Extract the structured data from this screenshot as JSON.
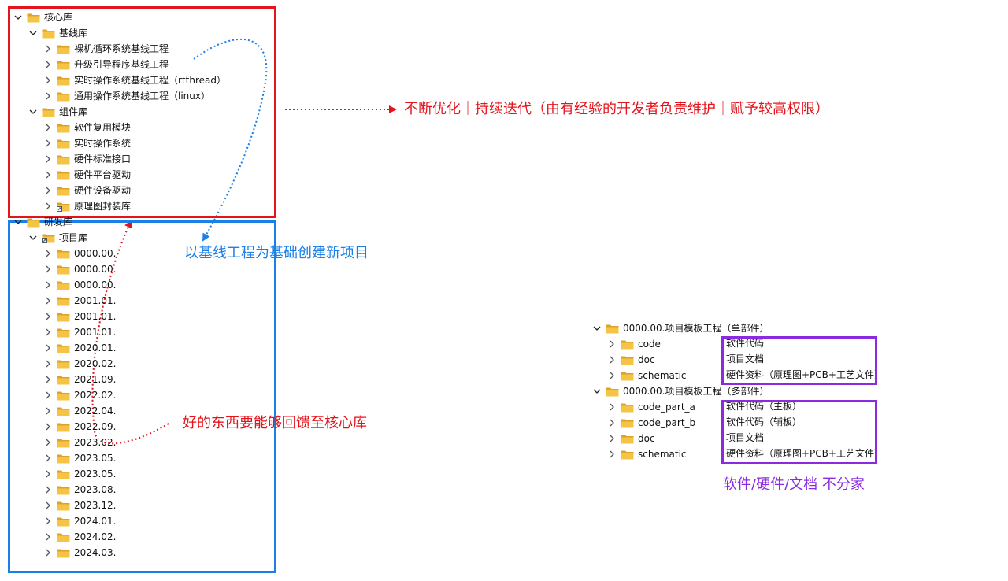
{
  "left_tree": [
    {
      "label": "核心库",
      "level": 0,
      "expanded": true,
      "shortcut": false
    },
    {
      "label": "基线库",
      "level": 1,
      "expanded": true,
      "shortcut": false
    },
    {
      "label": "裸机循环系统基线工程",
      "level": 2,
      "expanded": false,
      "shortcut": false
    },
    {
      "label": "升级引导程序基线工程",
      "level": 2,
      "expanded": false,
      "shortcut": false
    },
    {
      "label": "实时操作系统基线工程（rtthread）",
      "level": 2,
      "expanded": false,
      "shortcut": false
    },
    {
      "label": "通用操作系统基线工程（linux）",
      "level": 2,
      "expanded": false,
      "shortcut": false
    },
    {
      "label": "组件库",
      "level": 1,
      "expanded": true,
      "shortcut": false
    },
    {
      "label": "软件复用模块",
      "level": 2,
      "expanded": false,
      "shortcut": false
    },
    {
      "label": "实时操作系统",
      "level": 2,
      "expanded": false,
      "shortcut": false
    },
    {
      "label": "硬件标准接口",
      "level": 2,
      "expanded": false,
      "shortcut": false
    },
    {
      "label": "硬件平台驱动",
      "level": 2,
      "expanded": false,
      "shortcut": false
    },
    {
      "label": "硬件设备驱动",
      "level": 2,
      "expanded": false,
      "shortcut": false
    },
    {
      "label": "原理图封装库",
      "level": 2,
      "expanded": false,
      "shortcut": true
    },
    {
      "label": "研发库",
      "level": 0,
      "expanded": true,
      "shortcut": false
    },
    {
      "label": "项目库",
      "level": 1,
      "expanded": true,
      "shortcut": true
    },
    {
      "label": "0000.00.",
      "level": 2,
      "expanded": false,
      "shortcut": false
    },
    {
      "label": "0000.00.",
      "level": 2,
      "expanded": false,
      "shortcut": false
    },
    {
      "label": "0000.00.",
      "level": 2,
      "expanded": false,
      "shortcut": false
    },
    {
      "label": "2001.01.",
      "level": 2,
      "expanded": false,
      "shortcut": false
    },
    {
      "label": "2001.01.",
      "level": 2,
      "expanded": false,
      "shortcut": false
    },
    {
      "label": "2001.01.",
      "level": 2,
      "expanded": false,
      "shortcut": false
    },
    {
      "label": "2020.01.",
      "level": 2,
      "expanded": false,
      "shortcut": false
    },
    {
      "label": "2020.02.",
      "level": 2,
      "expanded": false,
      "shortcut": false
    },
    {
      "label": "2021.09.",
      "level": 2,
      "expanded": false,
      "shortcut": false
    },
    {
      "label": "2022.02.",
      "level": 2,
      "expanded": false,
      "shortcut": false
    },
    {
      "label": "2022.04.",
      "level": 2,
      "expanded": false,
      "shortcut": false
    },
    {
      "label": "2022.09.",
      "level": 2,
      "expanded": false,
      "shortcut": false
    },
    {
      "label": "2023.02.",
      "level": 2,
      "expanded": false,
      "shortcut": false
    },
    {
      "label": "2023.05.",
      "level": 2,
      "expanded": false,
      "shortcut": false
    },
    {
      "label": "2023.05.",
      "level": 2,
      "expanded": false,
      "shortcut": false
    },
    {
      "label": "2023.08.",
      "level": 2,
      "expanded": false,
      "shortcut": false
    },
    {
      "label": "2023.12.",
      "level": 2,
      "expanded": false,
      "shortcut": false
    },
    {
      "label": "2024.01.",
      "level": 2,
      "expanded": false,
      "shortcut": false
    },
    {
      "label": "2024.02.",
      "level": 2,
      "expanded": false,
      "shortcut": false
    },
    {
      "label": "2024.03.",
      "level": 2,
      "expanded": false,
      "shortcut": false
    }
  ],
  "right_tree": [
    {
      "label": "0000.00.项目模板工程（单部件）",
      "level": 0,
      "expanded": true,
      "note": ""
    },
    {
      "label": "code",
      "level": 1,
      "expanded": false,
      "note": "软件代码"
    },
    {
      "label": "doc",
      "level": 1,
      "expanded": false,
      "note": "项目文档"
    },
    {
      "label": "schematic",
      "level": 1,
      "expanded": false,
      "note": "硬件资料（原理图+PCB+工艺文件）"
    },
    {
      "label": "0000.00.项目模板工程（多部件）",
      "level": 0,
      "expanded": true,
      "note": ""
    },
    {
      "label": "code_part_a",
      "level": 1,
      "expanded": false,
      "note": "软件代码（主板）"
    },
    {
      "label": "code_part_b",
      "level": 1,
      "expanded": false,
      "note": "软件代码（辅板）"
    },
    {
      "label": "doc",
      "level": 1,
      "expanded": false,
      "note": "项目文档"
    },
    {
      "label": "schematic",
      "level": 1,
      "expanded": false,
      "note": "硬件资料（原理图+PCB+工艺文件）"
    }
  ],
  "callouts": {
    "optimize": "不断优化｜持续迭代（由有经验的开发者负责维护｜赋予较高权限）",
    "create": "以基线工程为基础创建新项目",
    "feedback": "好的东西要能够回馈至核心库",
    "together": "软件/硬件/文档 不分家"
  },
  "colors": {
    "red": "#e3141c",
    "blue": "#1a7fe6",
    "purple": "#8a2be2",
    "folder": "#f6c445",
    "folder_dark": "#dca328",
    "chevron": "#555555"
  },
  "icons": {
    "folder": "folder-icon",
    "shortcut_folder": "shortcut-folder-icon",
    "expand": "chevron-down-icon",
    "collapse": "chevron-right-icon",
    "arrow": "arrow-icon"
  }
}
